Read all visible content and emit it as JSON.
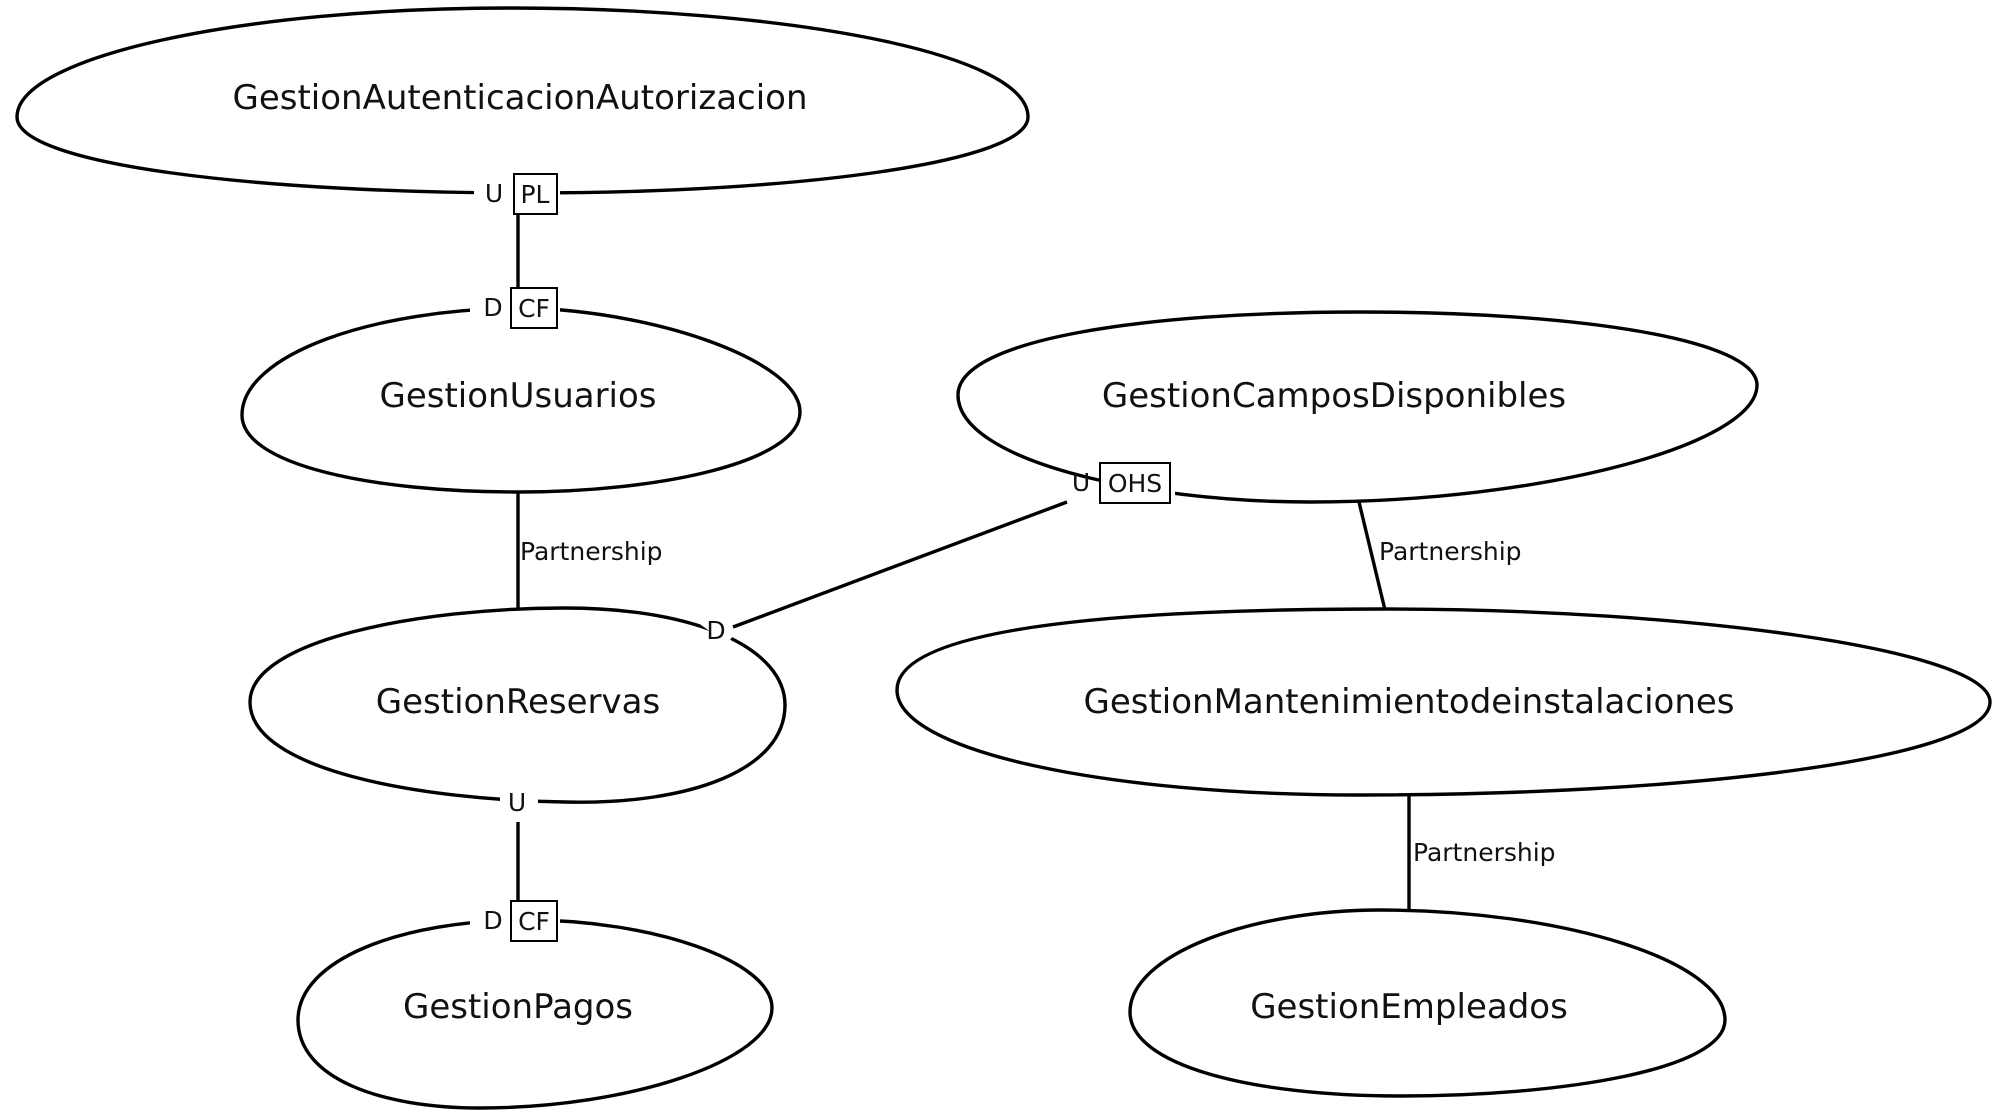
{
  "contexts": {
    "auth": "GestionAutenticacionAutorizacion",
    "usuarios": "GestionUsuarios",
    "campos": "GestionCamposDisponibles",
    "reservas": "GestionReservas",
    "mantenimiento": "GestionMantenimientodeinstalaciones",
    "pagos": "GestionPagos",
    "empleados": "GestionEmpleados"
  },
  "relations": {
    "auth_usuarios": {
      "upstream_role": "U",
      "upstream_pattern": "PL",
      "downstream_role": "D",
      "downstream_pattern": "CF"
    },
    "usuarios_reservas": {
      "label": "Partnership"
    },
    "campos_reservas": {
      "upstream_role": "U",
      "upstream_pattern": "OHS",
      "downstream_role": "D"
    },
    "campos_mantenimiento": {
      "label": "Partnership"
    },
    "reservas_pagos": {
      "upstream_role": "U",
      "downstream_role": "D",
      "downstream_pattern": "CF"
    },
    "mantenimiento_empleados": {
      "label": "Partnership"
    }
  }
}
